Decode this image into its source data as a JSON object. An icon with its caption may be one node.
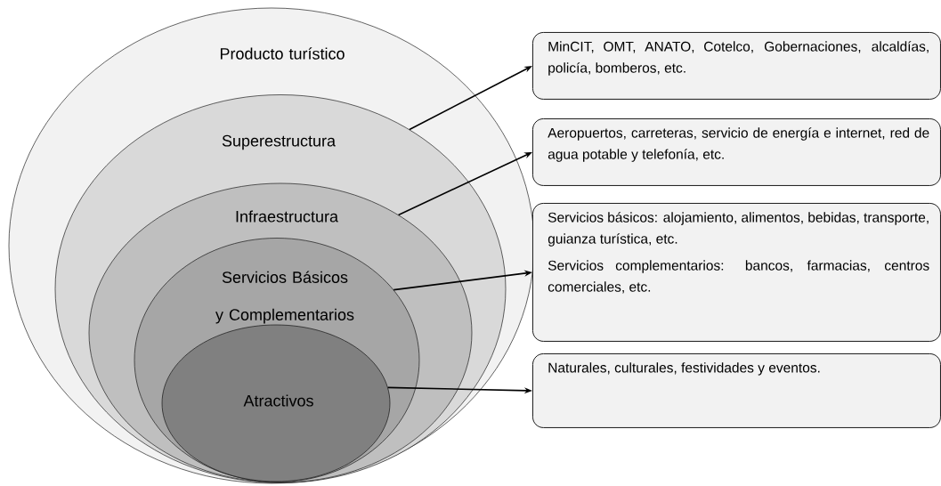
{
  "diagram": {
    "nodes": [
      {
        "text": [
          "Producto turístico"
        ]
      },
      {
        "text": [
          "Superestructura"
        ],
        "in": 0
      },
      {
        "text": [
          "Infraestructura"
        ],
        "in": 1
      },
      {
        "text": [
          "Servicios Básicos y Complementarios"
        ],
        "in": 2
      },
      {
        "text": [
          "Atractivos"
        ],
        "in": 3
      },
      {
        "text": [
          "MinCIT, OMT, ANATO, Cotelco, Gobernaciones, alcaldías, policía, bomberos, etc."
        ]
      },
      {
        "text": [
          "Aeropuertos, carreteras, servicio de energía e internet, red de agua potable y telefonía, etc."
        ]
      },
      {
        "text": [
          "Servicios básicos: alojamiento, alimentos, bebidas, transporte, guianza turística, etc.",
          "Servicios complementarios: bancos, farmacias, centros comerciales, etc."
        ]
      },
      {
        "text": [
          "Naturales, culturales, festividades y eventos."
        ]
      }
    ],
    "edges": [
      {
        "from": 1,
        "to": 5,
        "arrow": "to"
      },
      {
        "from": 2,
        "to": 6,
        "arrow": "to"
      },
      {
        "from": 3,
        "to": 7,
        "arrow": "to"
      },
      {
        "from": 4,
        "to": 8,
        "arrow": "to"
      }
    ]
  }
}
